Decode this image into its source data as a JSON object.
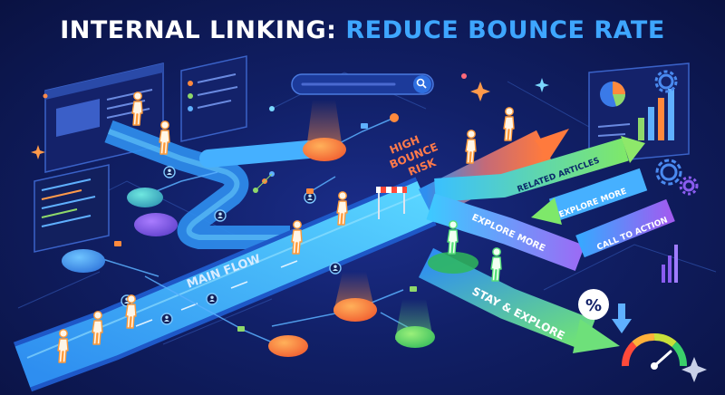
{
  "title": {
    "part1": "INTERNAL LINKING: ",
    "part2": "REDUCE BOUNCE RATE"
  },
  "labels": {
    "main_flow": "MAIN FLOW",
    "high": "HIGH",
    "bounce": "BOUNCE",
    "risk": "RISK",
    "related_articles": "RELATED ARTICLES",
    "explore_more_1": "EXPLORE MORE",
    "explore_more_2": "EXPLORE MORE",
    "call_to_action": "CALL TO ACTION",
    "stay_explore": "STAY & EXPLORE",
    "percent": "%"
  },
  "icons": [
    "search-icon",
    "gear-icon",
    "pie-chart-icon",
    "bar-chart-icon",
    "user-icon",
    "sparkle-icon",
    "gauge-icon",
    "down-arrow-icon",
    "barrier-icon"
  ],
  "colors": {
    "accent": "#3ea6ff",
    "path": "#2f8ff0",
    "risk": "#ff6a3d",
    "stay": "#5fe08a",
    "cta": "#8a5cf0",
    "bg": "#112068"
  }
}
